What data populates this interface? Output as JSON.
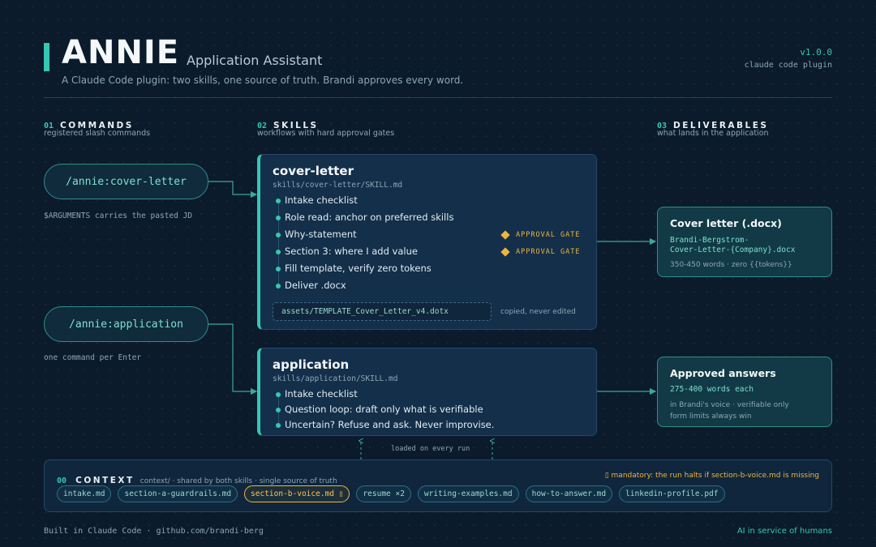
{
  "header": {
    "title": "ANNIE",
    "subtitle": "Application Assistant",
    "tagline": "A Claude Code plugin: two skills, one source of truth. Brandi approves every word.",
    "version": "v1.0.0",
    "version_sub": "claude code plugin"
  },
  "columns": {
    "commands": {
      "num": "01",
      "title": "COMMANDS",
      "sub": "registered slash commands"
    },
    "skills": {
      "num": "02",
      "title": "SKILLS",
      "sub": "workflows with hard approval gates"
    },
    "deliverables": {
      "num": "03",
      "title": "DELIVERABLES",
      "sub": "what lands in the application"
    }
  },
  "commands": [
    {
      "label": "/annie:cover-letter",
      "note": "$ARGUMENTS carries the pasted JD"
    },
    {
      "label": "/annie:application",
      "note": "one command per Enter"
    }
  ],
  "skills": {
    "cover_letter": {
      "name": "cover-letter",
      "path": "skills/cover-letter/SKILL.md",
      "steps": [
        "Intake checklist",
        "Role read: anchor on preferred skills",
        "Why-statement",
        "Section 3: where I add value",
        "Fill template, verify zero tokens",
        "Deliver .docx"
      ],
      "gate_label": "APPROVAL GATE",
      "template": "assets/TEMPLATE_Cover_Letter_v4.dotx",
      "template_note": "copied, never edited"
    },
    "application": {
      "name": "application",
      "path": "skills/application/SKILL.md",
      "steps": [
        "Intake checklist",
        "Question loop: draft only what is verifiable",
        "Uncertain? Refuse and ask. Never improvise."
      ]
    }
  },
  "deliverables": {
    "cover_letter": {
      "title": "Cover letter (.docx)",
      "file_line1": "Brandi-Bergstrom-",
      "file_line2": "Cover-Letter-{Company}.docx",
      "meta": "350-450 words · zero {{tokens}}"
    },
    "answers": {
      "title": "Approved answers",
      "words": "275-400 words each",
      "meta_line1": "in Brandi's voice · verifiable only",
      "meta_line2": "form limits always win"
    }
  },
  "loaded_note": "loaded on every run",
  "context": {
    "num": "00",
    "title": "CONTEXT",
    "sub": "context/ · shared by both skills · single source of truth",
    "warning": "▯ mandatory: the run halts if section-b-voice.md is missing",
    "chips": [
      "intake.md",
      "section-a-guardrails.md",
      "section-b-voice.md ▯",
      "resume ×2",
      "writing-examples.md",
      "how-to-answer.md",
      "linkedin-profile.pdf"
    ]
  },
  "footer": {
    "left": "Built in Claude Code · github.com/brandi-berg",
    "right": "AI in service of humans"
  },
  "colors": {
    "background": "#0b1b2b",
    "accent": "#35c7b3",
    "gate": "#f0b43e",
    "card": "#132f4a"
  }
}
